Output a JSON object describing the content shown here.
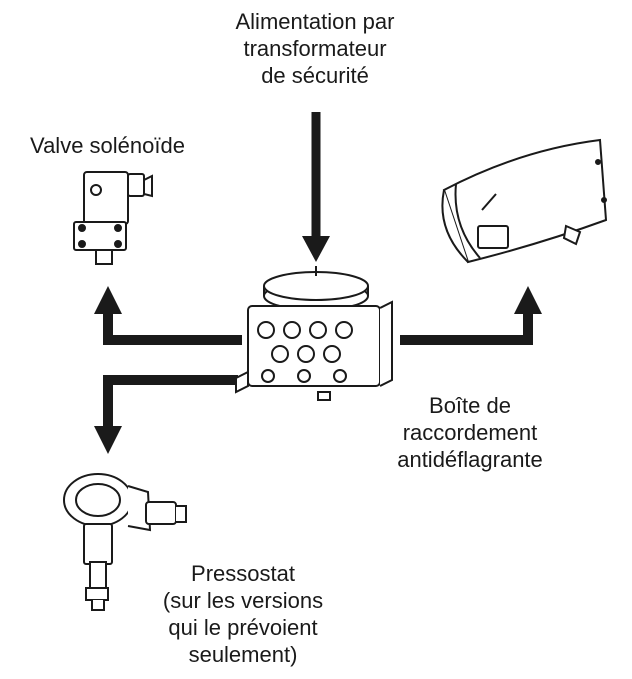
{
  "labels": {
    "power": [
      "Alimentation par",
      "transformateur",
      "de sécurité"
    ],
    "valve": [
      "Valve solénoïde"
    ],
    "box": [
      "Boîte de",
      "raccordement",
      "antidéflagrante"
    ],
    "pressostat": [
      "Pressostat",
      "(sur les versions",
      "qui le prévoient",
      "seulement)"
    ]
  },
  "icons": {
    "valve": "solenoid-valve-icon",
    "box": "junction-box-icon",
    "camera": "camera-housing-icon",
    "pressostat": "pressure-switch-icon"
  },
  "colors": {
    "line": "#1a1a1a"
  }
}
